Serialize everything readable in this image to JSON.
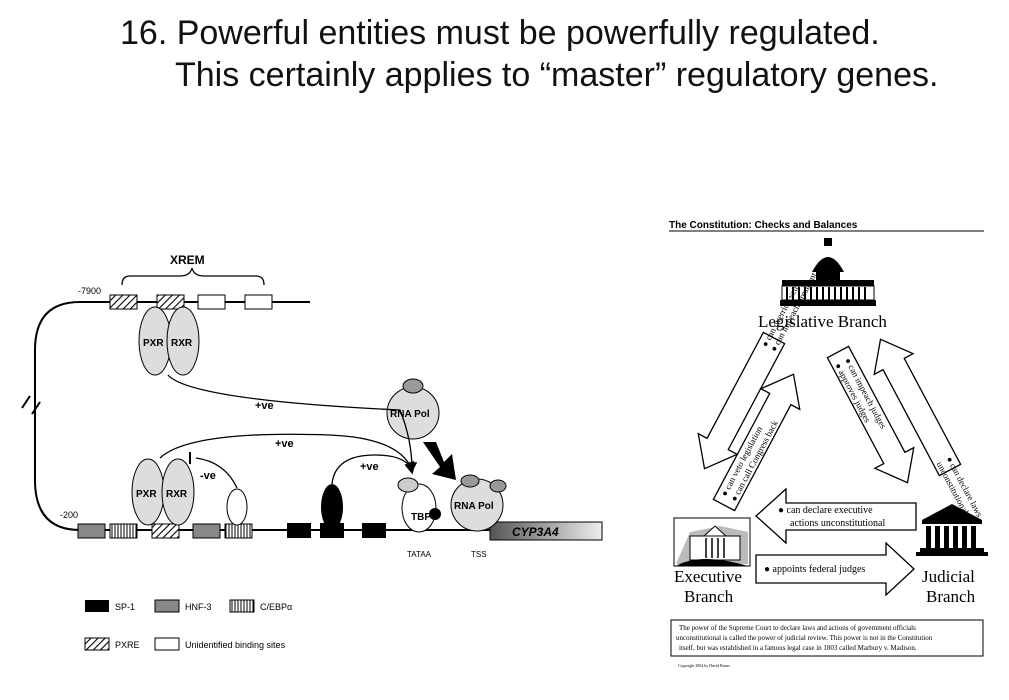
{
  "title": {
    "line1": "16. Powerful entities must be powerfully regulated.",
    "line2": "This certainly applies to “master” regulatory genes."
  },
  "gene_diagram": {
    "xrem": "XREM",
    "pos_far": "-7900",
    "pos_near": "-200",
    "pxr": "PXR",
    "rxr": "RXR",
    "rna_pol": "RNA Pol",
    "tbp": "TBP",
    "plus_ve": "+ve",
    "minus_ve": "-ve",
    "gene": "CYP3A4",
    "tataa": "TATAA",
    "tss": "TSS",
    "legend": {
      "sp1": "SP-1",
      "hnf3": "HNF-3",
      "cebp": "C/EBPα",
      "pxre": "PXRE",
      "unidentified": "Unidentified binding sites"
    }
  },
  "constitution": {
    "title": "The Constitution:  Checks and Balances",
    "legislative": "Legislative Branch",
    "executive_1": "Executive",
    "executive_2": "Branch",
    "judicial_1": "Judicial",
    "judicial_2": "Branch",
    "arrow_leg_exec": [
      "● can override veto",
      "● can impeach president"
    ],
    "arrow_exec_leg": [
      "● can veto legislation",
      "● can call Congress back"
    ],
    "arrow_leg_jud": [
      "● can impeach judges",
      "● approves judges"
    ],
    "arrow_jud_leg": [
      "● can declare laws",
      "unconstitutional"
    ],
    "arrow_jud_exec": [
      "● can declare executive",
      "actions unconstitutional"
    ],
    "arrow_exec_jud": "● appoints federal judges",
    "note": [
      "The power of the Supreme Court to declare laws and actions of government officials",
      "unconstitutional is called the power of judicial review.  This power is not in the Constitution",
      "itself, but was established in a famous legal case in 1803 called Marbury v. Madison."
    ],
    "copyright": "Copyright 2004 by David Burns"
  }
}
